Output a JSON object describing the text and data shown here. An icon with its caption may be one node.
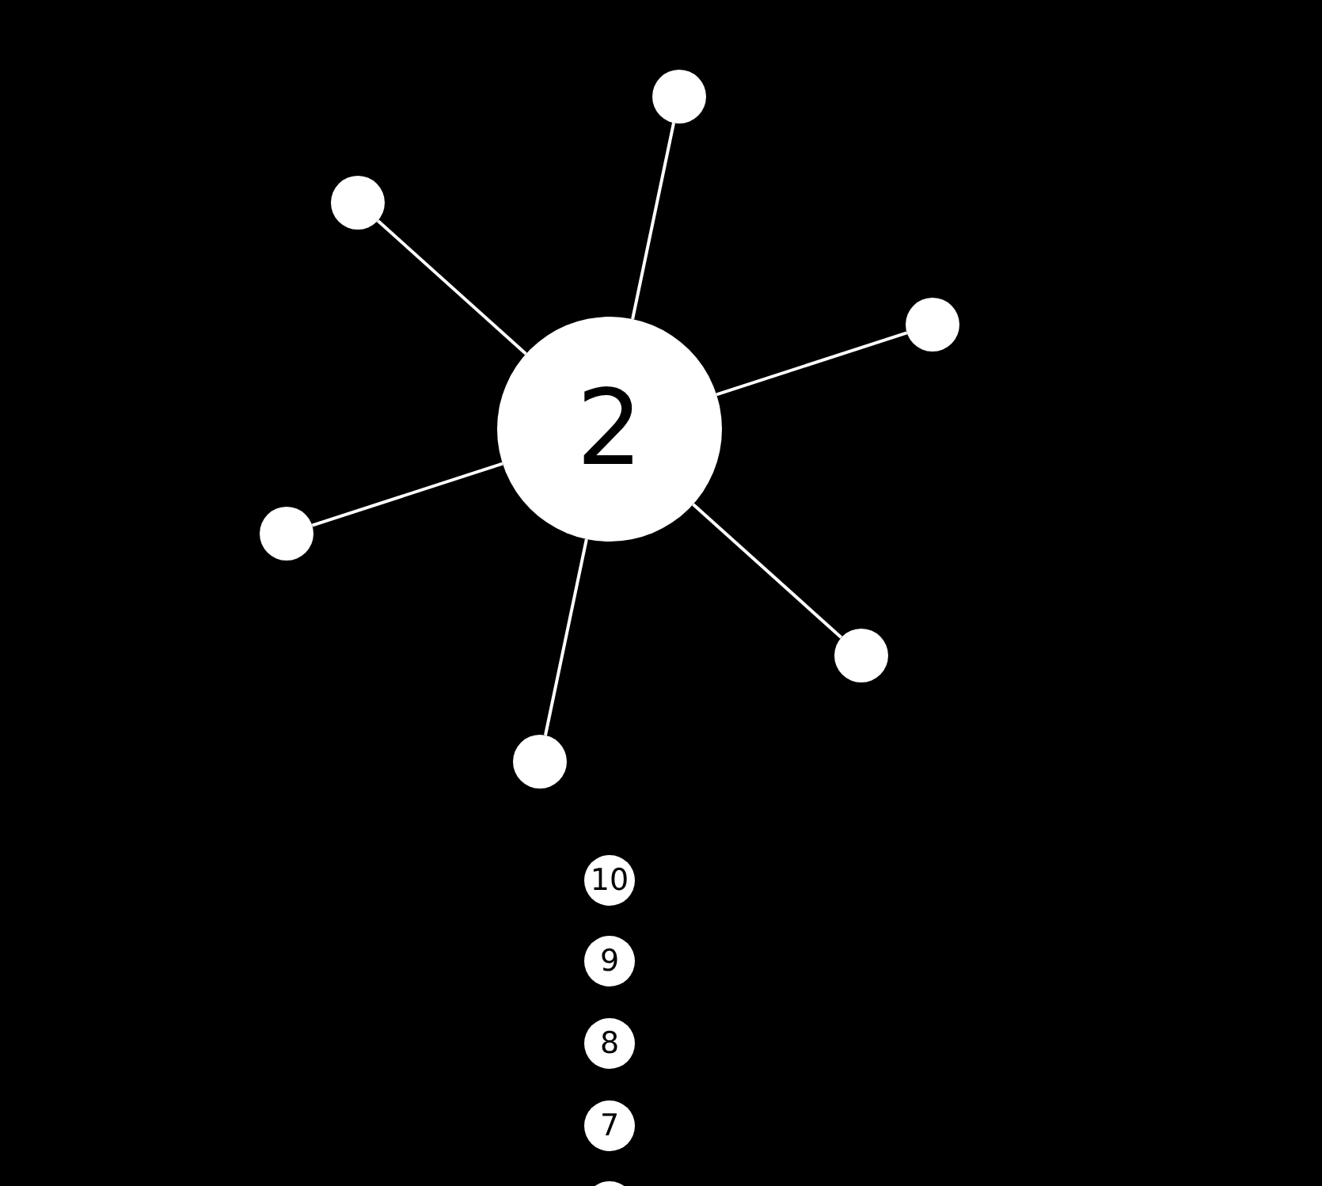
{
  "diagram": {
    "nodes": [
      {
        "text": [],
        "shape": "circle"
      },
      {
        "text": [],
        "shape": "circle"
      },
      {
        "text": [],
        "shape": "circle"
      },
      {
        "text": [
          "2"
        ]
      },
      {
        "text": [],
        "shape": "circle"
      },
      {
        "text": [],
        "shape": "circle"
      },
      {
        "text": [],
        "shape": "circle"
      },
      {
        "text": [
          "10"
        ]
      },
      {
        "text": [
          "9"
        ]
      },
      {
        "text": [
          "8"
        ]
      },
      {
        "text": [
          "7"
        ]
      },
      {
        "text": [],
        "shape": "circle"
      }
    ],
    "edges": [
      {
        "from": 3,
        "to": 0,
        "arrow": "none"
      },
      {
        "from": 3,
        "to": 1,
        "arrow": "none"
      },
      {
        "from": 3,
        "to": 2,
        "arrow": "none"
      },
      {
        "from": 3,
        "to": 4,
        "arrow": "none"
      },
      {
        "from": 3,
        "to": 5,
        "arrow": "none"
      },
      {
        "from": 3,
        "to": 6,
        "arrow": "none"
      }
    ]
  }
}
